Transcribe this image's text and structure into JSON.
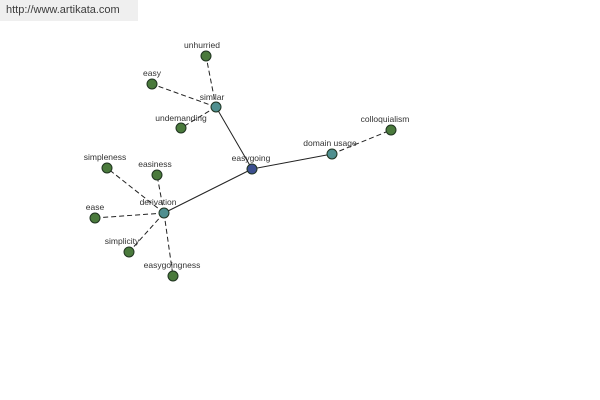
{
  "banner": {
    "text": "http://www.artikata.com"
  },
  "colors": {
    "center_node": "#3c4f8f",
    "relation_node": "#4f8f8f",
    "leaf_node": "#4a7a3c",
    "node_stroke": "#1f3320",
    "edge": "#222222",
    "banner_bg": "#efefef"
  },
  "graph": {
    "nodes": [
      {
        "id": "easygoing",
        "label": "easygoing",
        "kind": "center"
      },
      {
        "id": "similar",
        "label": "similar",
        "kind": "relation"
      },
      {
        "id": "domain-usage",
        "label": "domain usage",
        "kind": "relation"
      },
      {
        "id": "derivation",
        "label": "derivation",
        "kind": "relation"
      },
      {
        "id": "unhurried",
        "label": "unhurried",
        "kind": "leaf"
      },
      {
        "id": "easy",
        "label": "easy",
        "kind": "leaf"
      },
      {
        "id": "undemanding",
        "label": "undemanding",
        "kind": "leaf"
      },
      {
        "id": "colloquialism",
        "label": "colloquialism",
        "kind": "leaf"
      },
      {
        "id": "simpleness",
        "label": "simpleness",
        "kind": "leaf"
      },
      {
        "id": "easiness",
        "label": "easiness",
        "kind": "leaf"
      },
      {
        "id": "ease",
        "label": "ease",
        "kind": "leaf"
      },
      {
        "id": "simplicity",
        "label": "simplicity",
        "kind": "leaf"
      },
      {
        "id": "easygoingness",
        "label": "easygoingness",
        "kind": "leaf"
      }
    ],
    "edges": [
      {
        "from": "easygoing",
        "to": "similar",
        "style": "solid"
      },
      {
        "from": "easygoing",
        "to": "domain-usage",
        "style": "solid"
      },
      {
        "from": "easygoing",
        "to": "derivation",
        "style": "solid"
      },
      {
        "from": "similar",
        "to": "unhurried",
        "style": "dashed"
      },
      {
        "from": "similar",
        "to": "easy",
        "style": "dashed"
      },
      {
        "from": "similar",
        "to": "undemanding",
        "style": "dashed"
      },
      {
        "from": "domain-usage",
        "to": "colloquialism",
        "style": "dashed"
      },
      {
        "from": "derivation",
        "to": "simpleness",
        "style": "dashed"
      },
      {
        "from": "derivation",
        "to": "easiness",
        "style": "dashed"
      },
      {
        "from": "derivation",
        "to": "ease",
        "style": "dashed"
      },
      {
        "from": "derivation",
        "to": "simplicity",
        "style": "dashed"
      },
      {
        "from": "derivation",
        "to": "easygoingness",
        "style": "dashed"
      }
    ]
  }
}
